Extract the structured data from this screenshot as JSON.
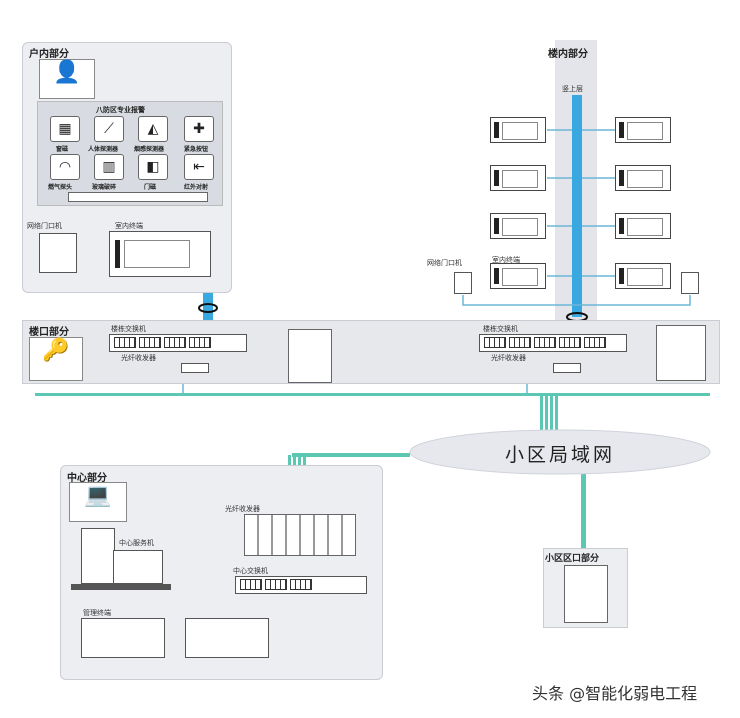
{
  "indoor": {
    "title": "户内部分",
    "alarm_title": "八防区专业报警",
    "sensors": [
      "窗磁",
      "人体探测器",
      "烟感探测器",
      "紧急按钮",
      "燃气探头",
      "玻璃破碎",
      "门磁",
      "红外对射"
    ],
    "door_unit": "网络门口机",
    "terminal": "室内终端"
  },
  "building": {
    "title": "楼内部分",
    "riser": "竖上层",
    "door_unit": "网络门口机",
    "terminal": "室内终端"
  },
  "entrance": {
    "title": "楼口部分",
    "switch": "楼栋交换机",
    "transceiver": "光纤收发器"
  },
  "lan": {
    "label": "小区局域网"
  },
  "center": {
    "title": "中心部分",
    "server": "中心服务机",
    "transceivers": "光纤收发器",
    "switch": "中心交换机",
    "mgmt": "管理终端"
  },
  "gate": {
    "title": "小区区口部分"
  },
  "watermark": "头条 @智能化弱电工程",
  "colors": {
    "blue": "#3aa8e0",
    "teal": "#5cc8b4",
    "panel": "#eceef2"
  }
}
